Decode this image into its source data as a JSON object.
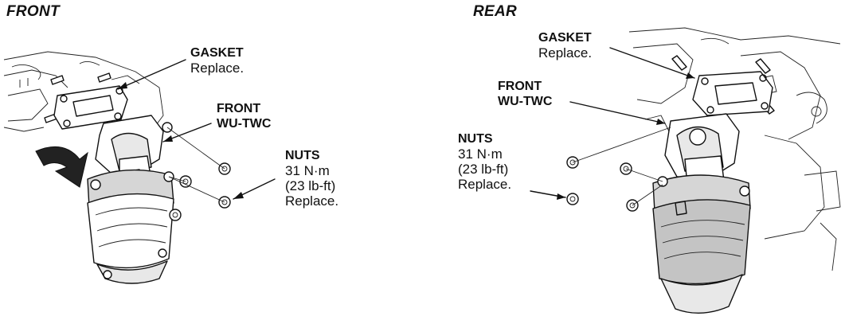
{
  "front": {
    "title": "FRONT",
    "gasket_label": "GASKET",
    "gasket_note": "Replace.",
    "cat_label_line1": "FRONT",
    "cat_label_line2": "WU-TWC",
    "nuts_label": "NUTS",
    "nuts_torque_nm": "31 N·m",
    "nuts_torque_lbft": "(23 lb-ft)",
    "nuts_note": "Replace."
  },
  "rear": {
    "title": "REAR",
    "gasket_label": "GASKET",
    "gasket_note": "Replace.",
    "cat_label_line1": "FRONT",
    "cat_label_line2": "WU-TWC",
    "nuts_label": "NUTS",
    "nuts_torque_nm": "31 N·m",
    "nuts_torque_lbft": "(23 lb-ft)",
    "nuts_note": "Replace."
  }
}
